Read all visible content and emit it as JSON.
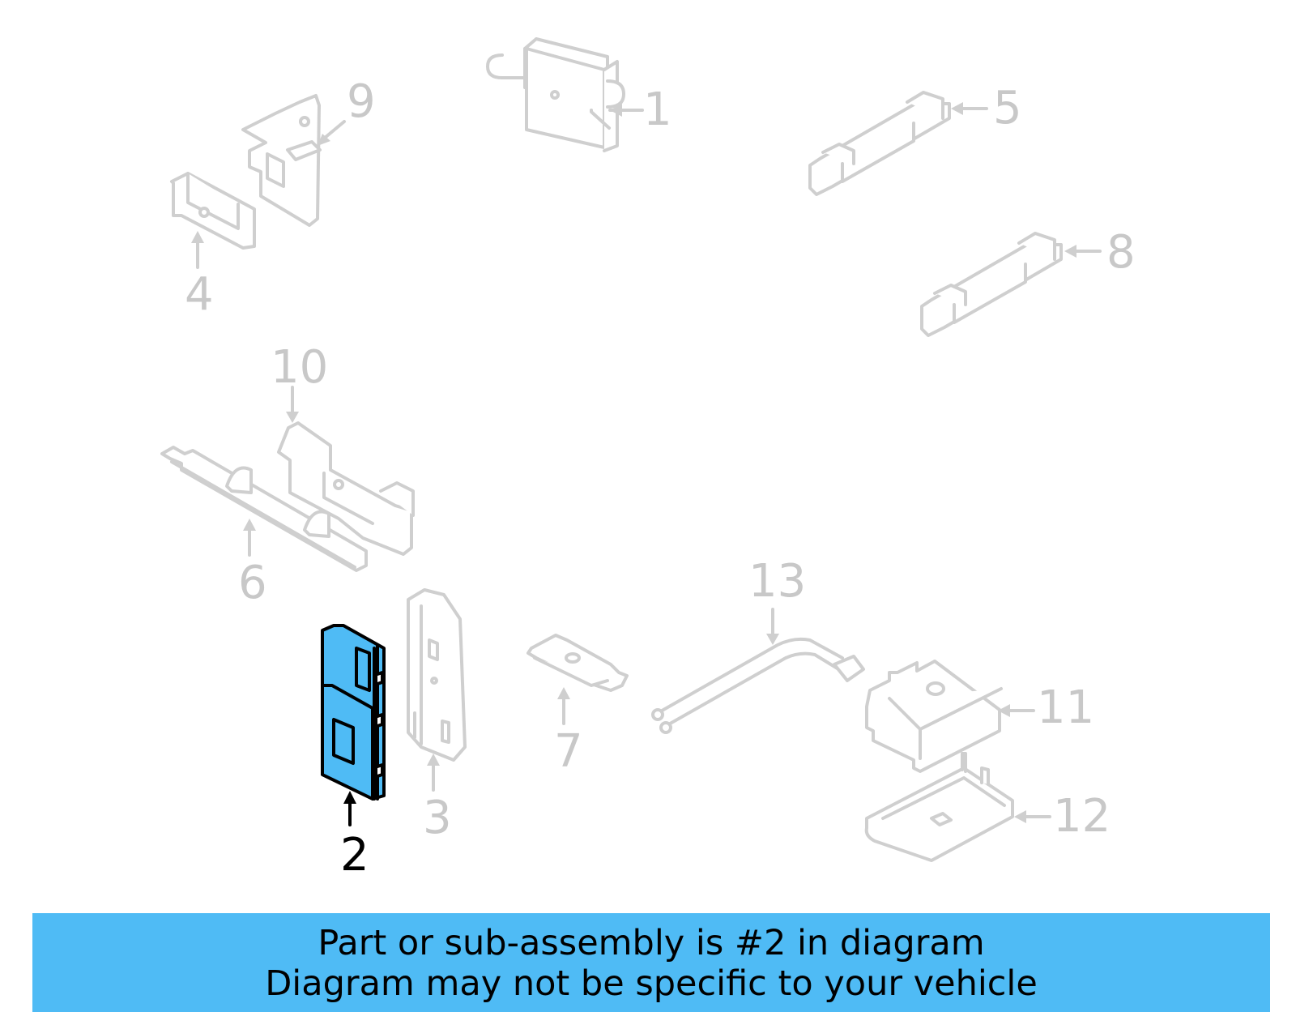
{
  "diagram": {
    "highlighted_part": "2",
    "colors": {
      "highlight_fill": "#4fbbf5",
      "inactive_stroke": "#cfcfcf",
      "active_stroke": "#000000",
      "banner_bg": "#4fbbf5"
    },
    "callouts": [
      {
        "id": "1",
        "label": "1"
      },
      {
        "id": "2",
        "label": "2"
      },
      {
        "id": "3",
        "label": "3"
      },
      {
        "id": "4",
        "label": "4"
      },
      {
        "id": "5",
        "label": "5"
      },
      {
        "id": "6",
        "label": "6"
      },
      {
        "id": "7",
        "label": "7"
      },
      {
        "id": "8",
        "label": "8"
      },
      {
        "id": "9",
        "label": "9"
      },
      {
        "id": "10",
        "label": "10"
      },
      {
        "id": "11",
        "label": "11"
      },
      {
        "id": "12",
        "label": "12"
      },
      {
        "id": "13",
        "label": "13"
      }
    ]
  },
  "banner": {
    "line1": "Part or sub-assembly is #2 in diagram",
    "line2": "Diagram may not be specific to your vehicle"
  }
}
